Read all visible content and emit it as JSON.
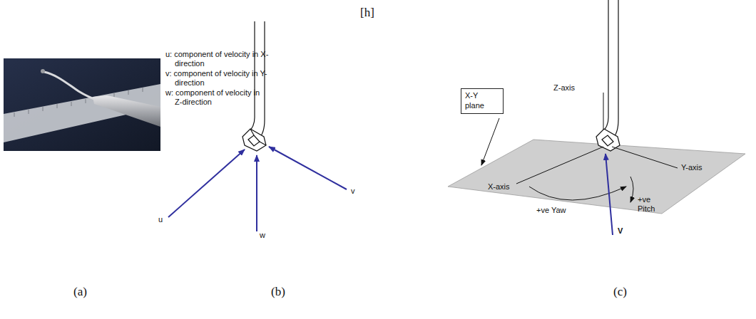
{
  "diagram": {
    "nodes": [
      {
        "text": [
          "X-Y plane"
        ]
      }
    ],
    "labels": [
      "[h]",
      "u: component of velocity in X-direction",
      "v: component of velocity in Y-direction",
      "w: component of velocity in Z-direction",
      "u",
      "v",
      "w",
      "Z-axis",
      "X-axis",
      "Y-axis",
      "+ve Yaw",
      "+ve Pitch",
      "V",
      "(a)",
      "(b)",
      "(c)"
    ]
  }
}
